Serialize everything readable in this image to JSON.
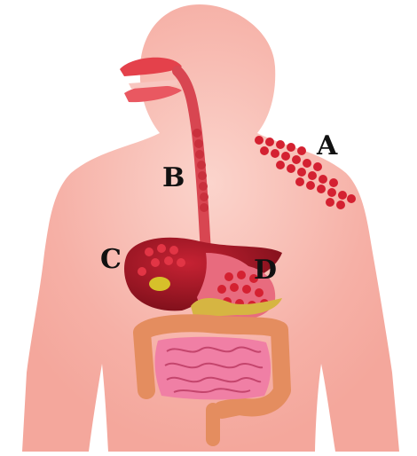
{
  "labels": {
    "a": "A",
    "b": "B",
    "c": "C",
    "d": "D"
  },
  "colors": {
    "background": "#ffffff",
    "body": "#f6b0a6",
    "body_highlight": "#fbd4cc",
    "mouth": "#e4414b",
    "esophagus": "#e0545c",
    "spots": "#d42131",
    "liver": "#b21827",
    "liver_dark": "#7d0f1a",
    "gallbladder": "#d6c02a",
    "stomach": "#e86b7e",
    "small_intestine": "#f07fa5",
    "large_intestine": "#e48d5f",
    "pancreas": "#d6b542",
    "label_text": "#111111"
  },
  "icons": {
    "a": "skin-rash-spots",
    "b": "esophagus",
    "c": "liver",
    "d": "stomach"
  }
}
